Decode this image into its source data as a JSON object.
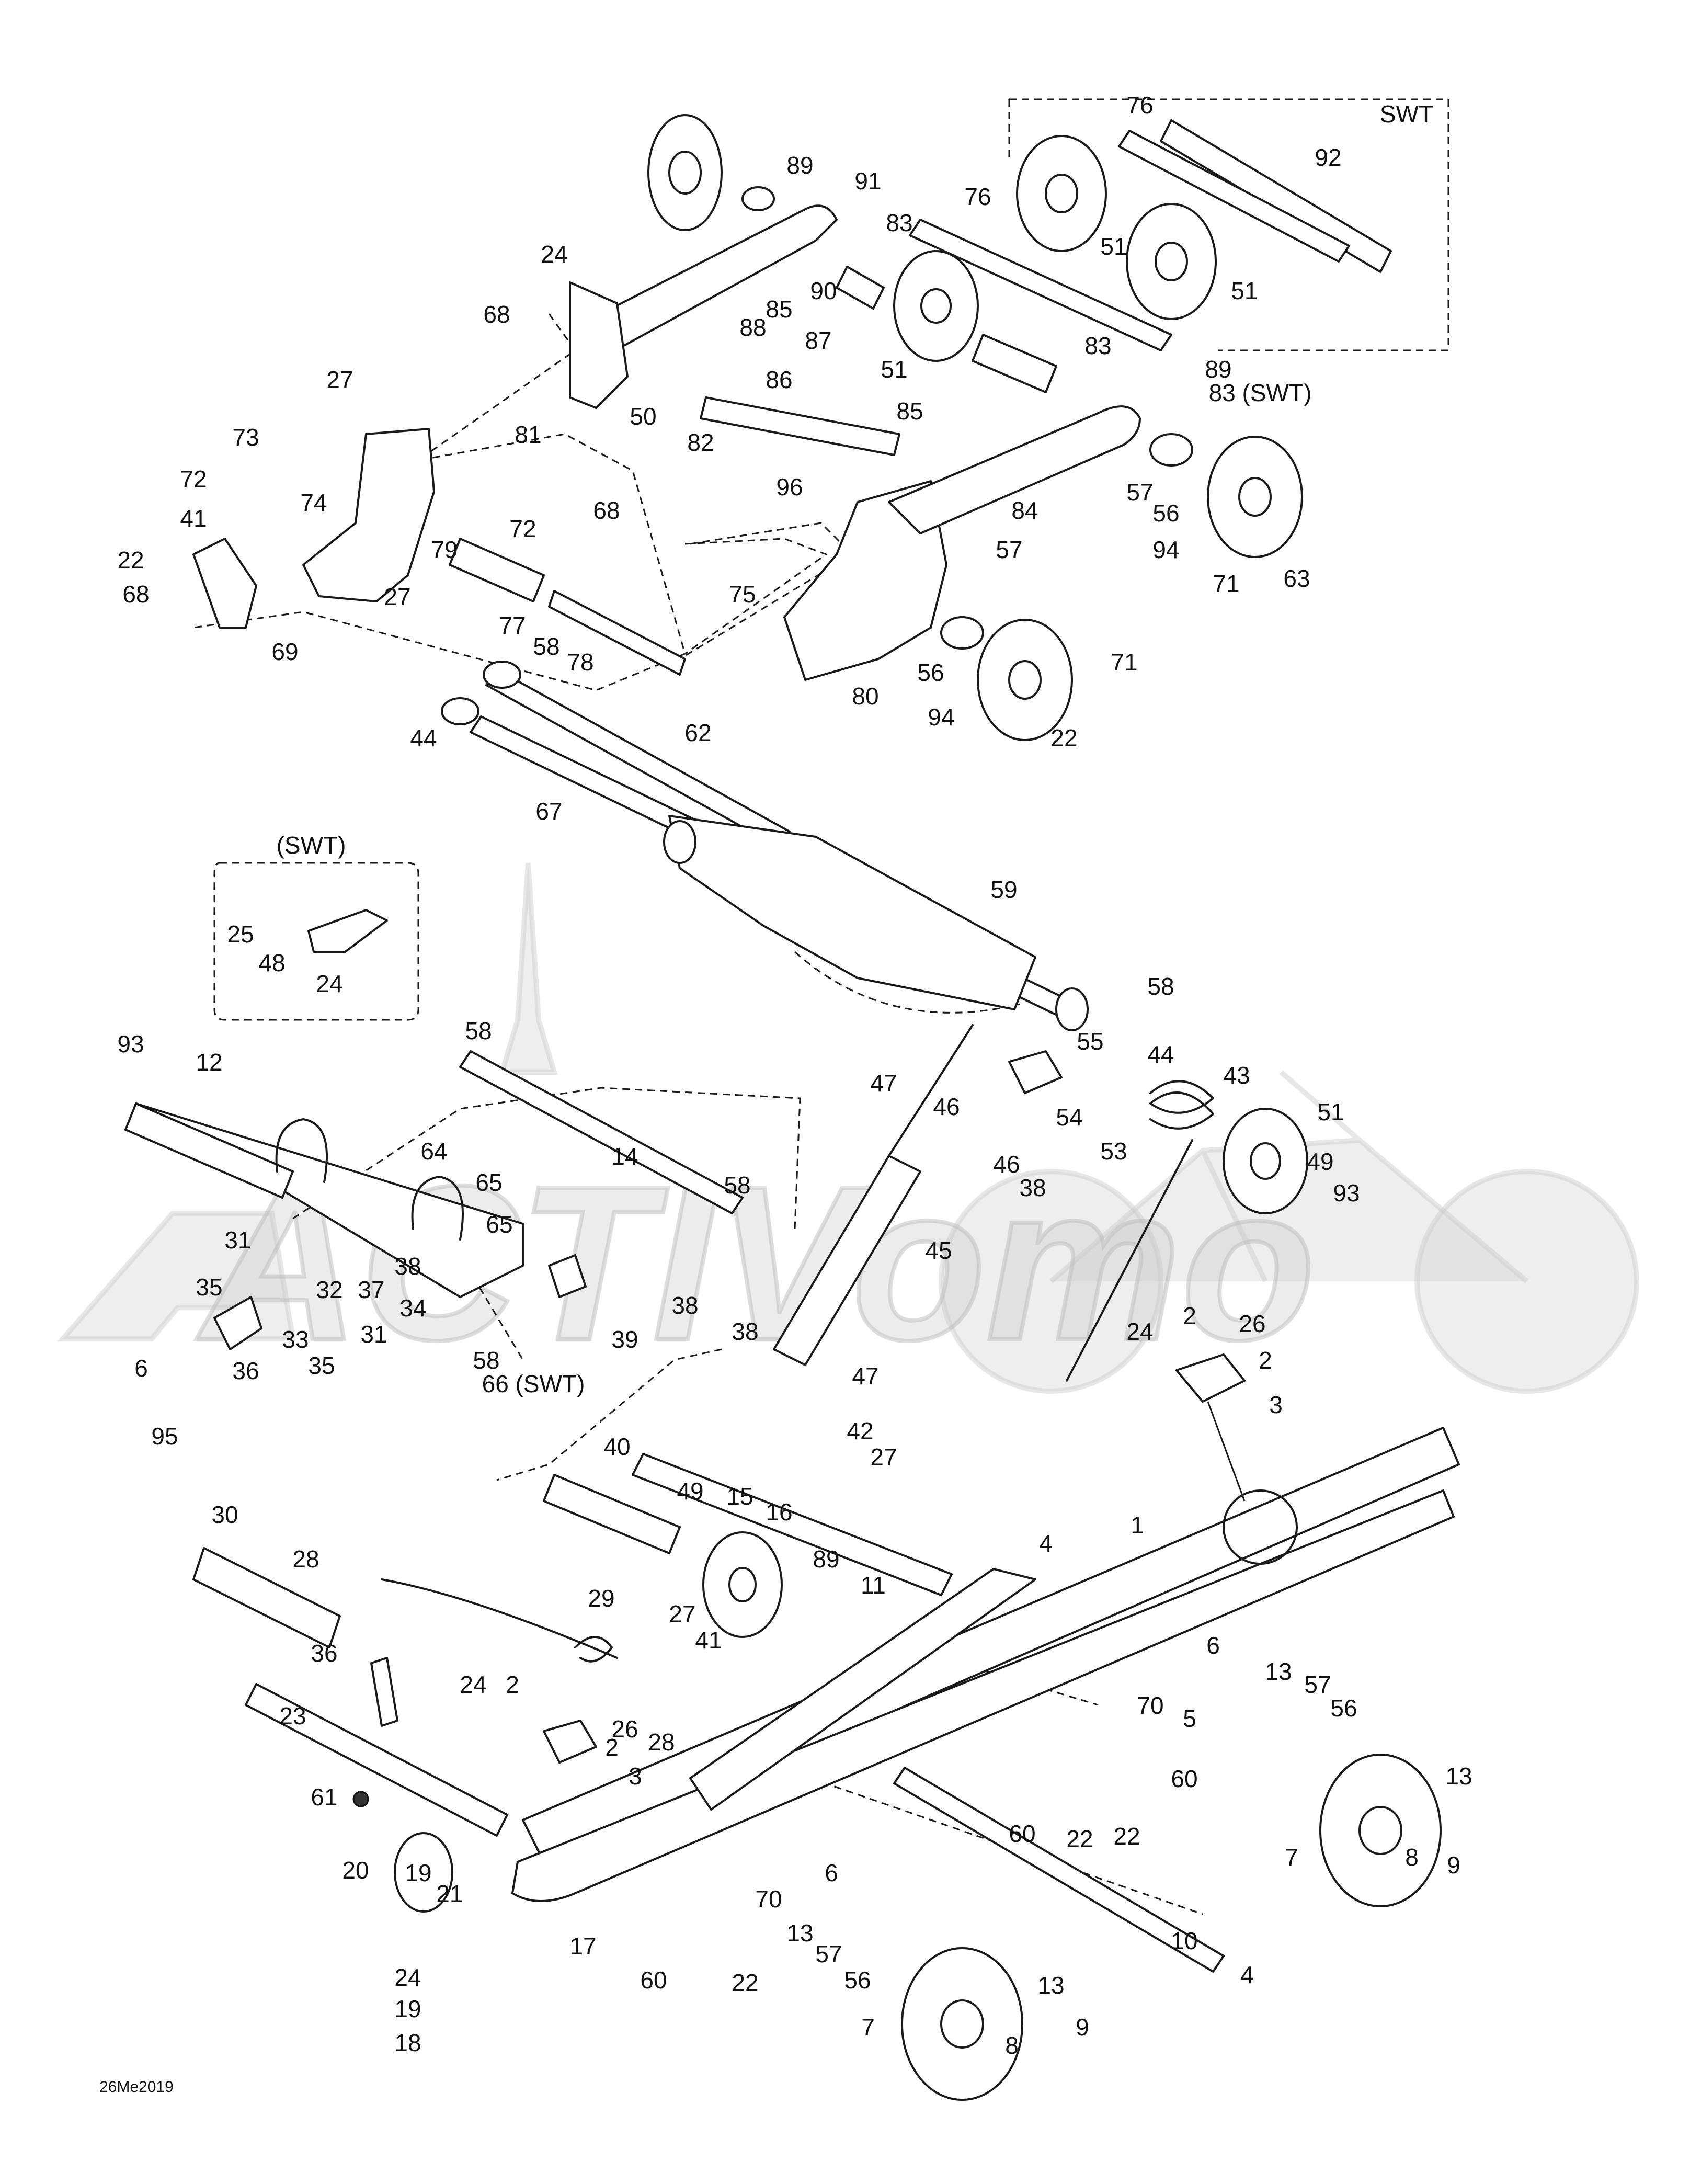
{
  "diagram": {
    "drawing_code": "26Me2019",
    "watermark_text": "ACTIVomo",
    "group_tags": {
      "swt_box": "SWT"
    },
    "callouts": [
      {
        "id": "c89a",
        "text": "89"
      },
      {
        "id": "c91",
        "text": "91"
      },
      {
        "id": "c76a",
        "text": "76"
      },
      {
        "id": "c76b",
        "text": "76"
      },
      {
        "id": "c92",
        "text": "92"
      },
      {
        "id": "c83a",
        "text": "83"
      },
      {
        "id": "c24a",
        "text": "24"
      },
      {
        "id": "c85a",
        "text": "85"
      },
      {
        "id": "c90",
        "text": "90"
      },
      {
        "id": "c88",
        "text": "88"
      },
      {
        "id": "c87",
        "text": "87"
      },
      {
        "id": "c51a",
        "text": "51"
      },
      {
        "id": "c51b",
        "text": "51"
      },
      {
        "id": "c51c",
        "text": "51"
      },
      {
        "id": "c68a",
        "text": "68"
      },
      {
        "id": "c27a",
        "text": "27"
      },
      {
        "id": "c86",
        "text": "86"
      },
      {
        "id": "c83b",
        "text": "83"
      },
      {
        "id": "c89b",
        "text": "89"
      },
      {
        "id": "c83swt",
        "text": "83 (SWT)"
      },
      {
        "id": "c50",
        "text": "50"
      },
      {
        "id": "c82",
        "text": "82"
      },
      {
        "id": "c85b",
        "text": "85"
      },
      {
        "id": "c73",
        "text": "73"
      },
      {
        "id": "c81",
        "text": "81"
      },
      {
        "id": "c96",
        "text": "96"
      },
      {
        "id": "c72a",
        "text": "72"
      },
      {
        "id": "c74",
        "text": "74"
      },
      {
        "id": "c68b",
        "text": "68"
      },
      {
        "id": "c57a",
        "text": "57"
      },
      {
        "id": "c56a",
        "text": "56"
      },
      {
        "id": "c84",
        "text": "84"
      },
      {
        "id": "c41a",
        "text": "41"
      },
      {
        "id": "c72b",
        "text": "72"
      },
      {
        "id": "c94a",
        "text": "94"
      },
      {
        "id": "c22a",
        "text": "22"
      },
      {
        "id": "c79",
        "text": "79"
      },
      {
        "id": "c71a",
        "text": "71"
      },
      {
        "id": "c63",
        "text": "63"
      },
      {
        "id": "c68c",
        "text": "68"
      },
      {
        "id": "c27b",
        "text": "27"
      },
      {
        "id": "c77",
        "text": "77"
      },
      {
        "id": "c75",
        "text": "75"
      },
      {
        "id": "c57b",
        "text": "57"
      },
      {
        "id": "c69",
        "text": "69"
      },
      {
        "id": "c78",
        "text": "78"
      },
      {
        "id": "c58a",
        "text": "58"
      },
      {
        "id": "c56b",
        "text": "56"
      },
      {
        "id": "c71b",
        "text": "71"
      },
      {
        "id": "c80",
        "text": "80"
      },
      {
        "id": "c94b",
        "text": "94"
      },
      {
        "id": "c44a",
        "text": "44"
      },
      {
        "id": "c62",
        "text": "62"
      },
      {
        "id": "c22b",
        "text": "22"
      },
      {
        "id": "c67",
        "text": "67"
      },
      {
        "id": "cswt1",
        "text": "(SWT)"
      },
      {
        "id": "c59",
        "text": "59"
      },
      {
        "id": "c25",
        "text": "25"
      },
      {
        "id": "c48",
        "text": "48"
      },
      {
        "id": "c24b",
        "text": "24"
      },
      {
        "id": "c58b",
        "text": "58"
      },
      {
        "id": "c93a",
        "text": "93"
      },
      {
        "id": "c12",
        "text": "12"
      },
      {
        "id": "c58c",
        "text": "58"
      },
      {
        "id": "c55",
        "text": "55"
      },
      {
        "id": "c44b",
        "text": "44"
      },
      {
        "id": "c43",
        "text": "43"
      },
      {
        "id": "c14",
        "text": "14"
      },
      {
        "id": "c64",
        "text": "64"
      },
      {
        "id": "c47a",
        "text": "47"
      },
      {
        "id": "c46a",
        "text": "46"
      },
      {
        "id": "c54",
        "text": "54"
      },
      {
        "id": "c53",
        "text": "53"
      },
      {
        "id": "c51d",
        "text": "51"
      },
      {
        "id": "c46b",
        "text": "46"
      },
      {
        "id": "c38a",
        "text": "38"
      },
      {
        "id": "c49a",
        "text": "49"
      },
      {
        "id": "c93b",
        "text": "93"
      },
      {
        "id": "c58d",
        "text": "58"
      },
      {
        "id": "c65a",
        "text": "65"
      },
      {
        "id": "c65b",
        "text": "65"
      },
      {
        "id": "c31a",
        "text": "31"
      },
      {
        "id": "c38b",
        "text": "38"
      },
      {
        "id": "c45",
        "text": "45"
      },
      {
        "id": "c35a",
        "text": "35"
      },
      {
        "id": "c32",
        "text": "32"
      },
      {
        "id": "c37",
        "text": "37"
      },
      {
        "id": "c34",
        "text": "34"
      },
      {
        "id": "c38c",
        "text": "38"
      },
      {
        "id": "c36a",
        "text": "36"
      },
      {
        "id": "c33",
        "text": "33"
      },
      {
        "id": "c35b",
        "text": "35"
      },
      {
        "id": "c31b",
        "text": "31"
      },
      {
        "id": "c39",
        "text": "39"
      },
      {
        "id": "c38d",
        "text": "38"
      },
      {
        "id": "c24c",
        "text": "24"
      },
      {
        "id": "c2a",
        "text": "2"
      },
      {
        "id": "c26a",
        "text": "26"
      },
      {
        "id": "c58e",
        "text": "58"
      },
      {
        "id": "c66swt",
        "text": "66 (SWT)"
      },
      {
        "id": "c6a",
        "text": "6"
      },
      {
        "id": "c2b",
        "text": "2"
      },
      {
        "id": "c47b",
        "text": "47"
      },
      {
        "id": "c3a",
        "text": "3"
      },
      {
        "id": "c95",
        "text": "95"
      },
      {
        "id": "c42",
        "text": "42"
      },
      {
        "id": "c40",
        "text": "40"
      },
      {
        "id": "c27c",
        "text": "27"
      },
      {
        "id": "c49b",
        "text": "49"
      },
      {
        "id": "c15",
        "text": "15"
      },
      {
        "id": "c16",
        "text": "16"
      },
      {
        "id": "c30",
        "text": "30"
      },
      {
        "id": "c1",
        "text": "1"
      },
      {
        "id": "c4a",
        "text": "4"
      },
      {
        "id": "c28a",
        "text": "28"
      },
      {
        "id": "c89c",
        "text": "89"
      },
      {
        "id": "c11",
        "text": "11"
      },
      {
        "id": "c29",
        "text": "29"
      },
      {
        "id": "c27d",
        "text": "27"
      },
      {
        "id": "c41b",
        "text": "41"
      },
      {
        "id": "c6b",
        "text": "6"
      },
      {
        "id": "c36b",
        "text": "36"
      },
      {
        "id": "c24d",
        "text": "24"
      },
      {
        "id": "c2c",
        "text": "2"
      },
      {
        "id": "c13a",
        "text": "13"
      },
      {
        "id": "c57c",
        "text": "57"
      },
      {
        "id": "c70a",
        "text": "70"
      },
      {
        "id": "c5",
        "text": "5"
      },
      {
        "id": "c56c",
        "text": "56"
      },
      {
        "id": "c23",
        "text": "23"
      },
      {
        "id": "c26b",
        "text": "26"
      },
      {
        "id": "c28b",
        "text": "28"
      },
      {
        "id": "c2d",
        "text": "2"
      },
      {
        "id": "c3b",
        "text": "3"
      },
      {
        "id": "c60a",
        "text": "60"
      },
      {
        "id": "c13b",
        "text": "13"
      },
      {
        "id": "c61",
        "text": "61"
      },
      {
        "id": "c60b",
        "text": "60"
      },
      {
        "id": "c22c",
        "text": "22"
      },
      {
        "id": "c22d",
        "text": "22"
      },
      {
        "id": "c7a",
        "text": "7"
      },
      {
        "id": "c8a",
        "text": "8"
      },
      {
        "id": "c9a",
        "text": "9"
      },
      {
        "id": "c20",
        "text": "20"
      },
      {
        "id": "c19a",
        "text": "19"
      },
      {
        "id": "c21",
        "text": "21"
      },
      {
        "id": "c6c",
        "text": "6"
      },
      {
        "id": "c70b",
        "text": "70"
      },
      {
        "id": "c13c",
        "text": "13"
      },
      {
        "id": "c10",
        "text": "10"
      },
      {
        "id": "c57d",
        "text": "57"
      },
      {
        "id": "c17",
        "text": "17"
      },
      {
        "id": "c56d",
        "text": "56"
      },
      {
        "id": "c60c",
        "text": "60"
      },
      {
        "id": "c22e",
        "text": "22"
      },
      {
        "id": "c4b",
        "text": "4"
      },
      {
        "id": "c24e",
        "text": "24"
      },
      {
        "id": "c13d",
        "text": "13"
      },
      {
        "id": "c19b",
        "text": "19"
      },
      {
        "id": "c7b",
        "text": "7"
      },
      {
        "id": "c9b",
        "text": "9"
      },
      {
        "id": "c8b",
        "text": "8"
      },
      {
        "id": "c18",
        "text": "18"
      }
    ]
  }
}
